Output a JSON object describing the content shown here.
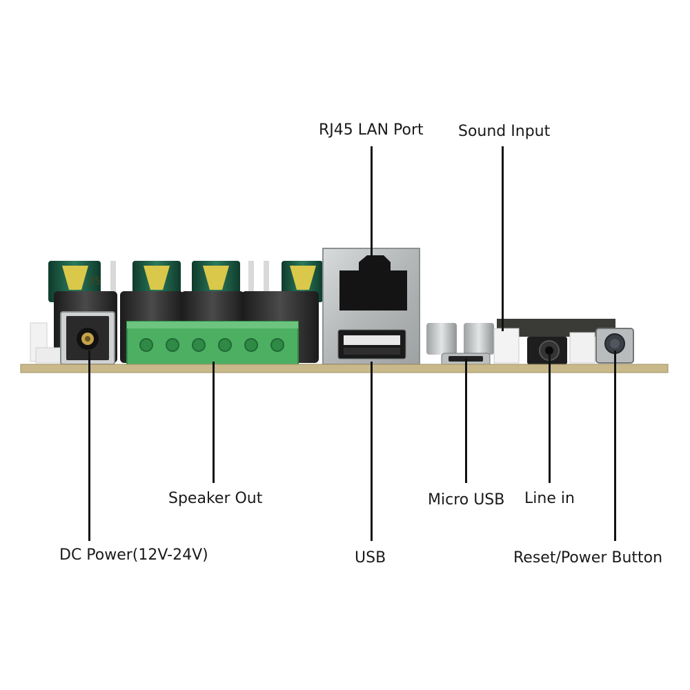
{
  "labels": {
    "rj45": "RJ45 LAN Port",
    "sound_input": "Sound Input",
    "speaker_out": "Speaker Out",
    "micro_usb": "Micro USB",
    "line_in": "Line in",
    "dc_power": "DC Power(12V-24V)",
    "usb": "USB",
    "reset_power": "Reset/Power Button"
  },
  "capacitor_marking": "35",
  "colors": {
    "pcb": "#c9b98a",
    "terminal_block": "#4caf62",
    "capacitor_sleeve": "#1e5a45",
    "capacitor_stripe": "#d9c84a",
    "metal_shield": "#bfc2c3",
    "leader_line": "#111111"
  }
}
